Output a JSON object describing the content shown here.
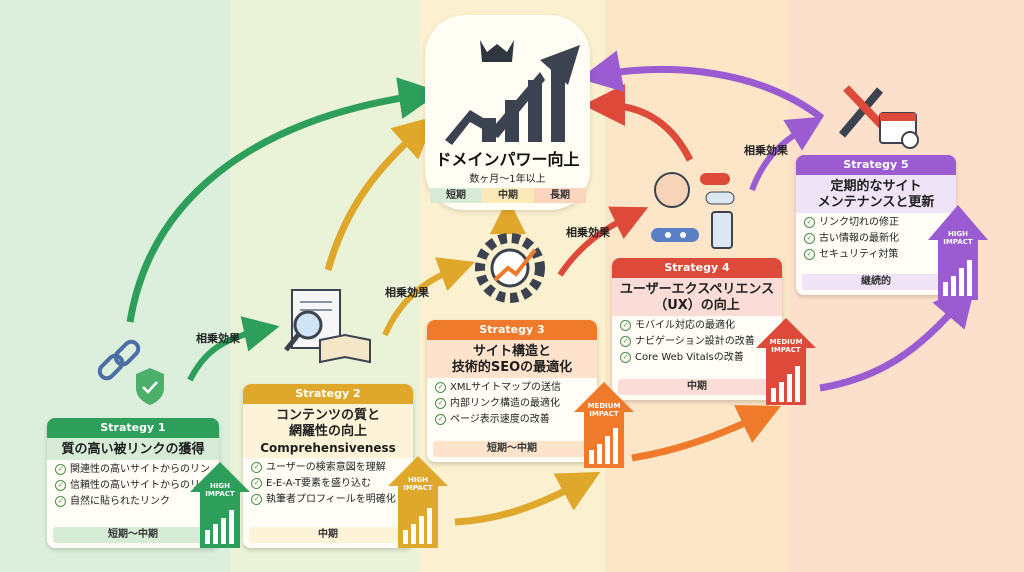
{
  "colors": {
    "band1": "#dcefdc",
    "band2": "#eaf2d8",
    "band3": "#fbf0cf",
    "band4": "#fde6c8",
    "band5": "#fde0cc",
    "green": "#2e9e5b",
    "yellow": "#e0a82a",
    "orange": "#ef7a2b",
    "red": "#dd4a3a",
    "purple": "#9b5bd1"
  },
  "center": {
    "title": "ドメインパワー向上",
    "subtitle": "数ヶ月〜1年以上",
    "segments": [
      "短期",
      "中期",
      "長期"
    ],
    "icon": "rising-chart-with-crown-icon"
  },
  "synergy_label": "相乗効果",
  "impact": {
    "high_1": "HIGH",
    "high_2": "IMPACT",
    "medium_1": "MEDIUM",
    "medium_2": "IMPACT"
  },
  "strategies": [
    {
      "header": "Strategy 1",
      "title_lines": [
        "質の高い被リンクの獲得"
      ],
      "items": [
        "関連性の高いサイトからのリンク",
        "信頼性の高いサイトからのリンク",
        "自然に貼られたリンク"
      ],
      "timing": "短期〜中期",
      "impact": "HIGH IMPACT",
      "icon": "chain-link-shield-icon"
    },
    {
      "header": "Strategy 2",
      "title_lines": [
        "コンテンツの質と",
        "網羅性の向上",
        "Comprehensiveness"
      ],
      "items": [
        "ユーザーの検索意図を理解",
        "E-E-A-T要素を盛り込む",
        "執筆者プロフィールを明確化"
      ],
      "timing": "中期",
      "impact": "HIGH IMPACT",
      "icon": "document-magnifier-book-icon"
    },
    {
      "header": "Strategy 3",
      "title_lines": [
        "サイト構造と",
        "技術的SEOの最適化"
      ],
      "items": [
        "XMLサイトマップの送信",
        "内部リンク構造の最適化",
        "ページ表示速度の改善"
      ],
      "timing": "短期〜中期",
      "impact": "MEDIUM IMPACT",
      "icon": "gear-chart-icon"
    },
    {
      "header": "Strategy 4",
      "title_lines": [
        "ユーザーエクスペリエンス",
        "（UX）の向上"
      ],
      "items": [
        "モバイル対応の最適化",
        "ナビゲーション設計の改善",
        "Core Web Vitalsの改善"
      ],
      "timing": "中期",
      "impact": "MEDIUM IMPACT",
      "icon": "user-devices-icon"
    },
    {
      "header": "Strategy 5",
      "title_lines": [
        "定期的なサイト",
        "メンテナンスと更新"
      ],
      "items": [
        "リンク切れの修正",
        "古い情報の最新化",
        "セキュリティ対策"
      ],
      "timing": "継続的",
      "impact": "HIGH IMPACT",
      "icon": "tools-calendar-icon"
    }
  ]
}
